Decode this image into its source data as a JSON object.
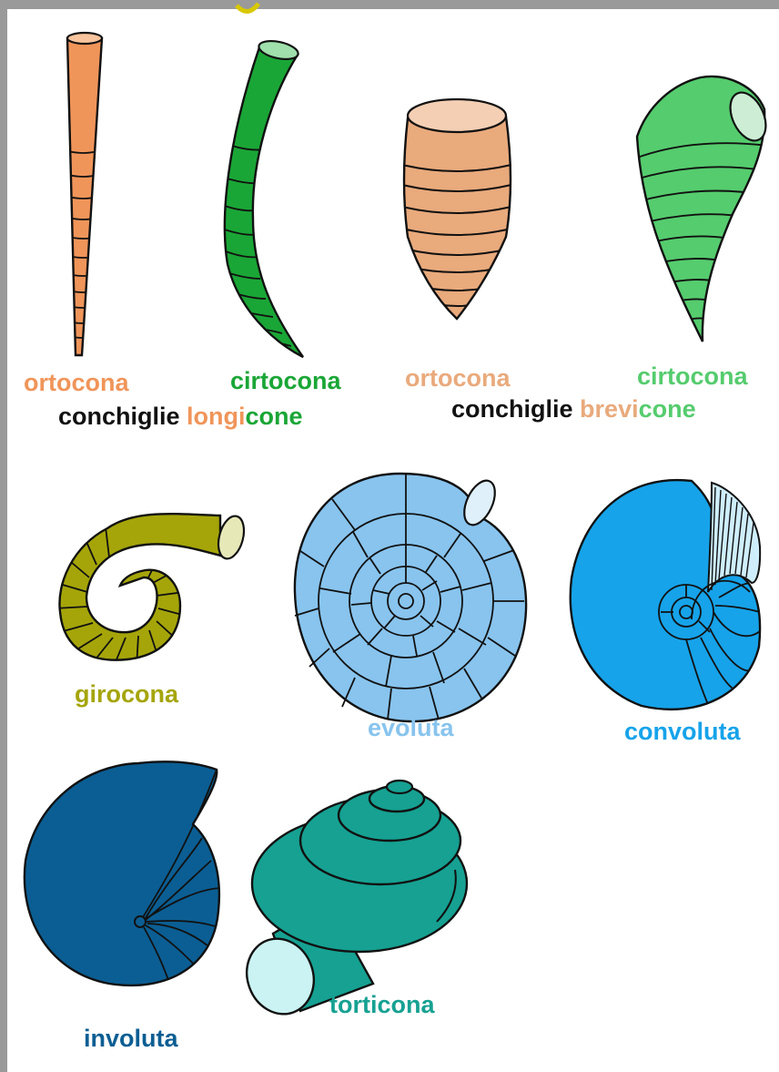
{
  "colors": {
    "frame": "#9a9a9a",
    "orange": "#f0955a",
    "green_dark": "#1aa636",
    "peach": "#e9aa7c",
    "green_light": "#55cc6e",
    "olive": "#a5a50a",
    "sky": "#88c4ee",
    "blue": "#16a3ea",
    "navy": "#0b5e93",
    "teal": "#16a192",
    "black": "#111111"
  },
  "labels": {
    "ortocona_long": "ortocona",
    "cirtocona_long": "cirtocona",
    "ortocona_brev": "ortocona",
    "cirtocona_brev": "cirtocona",
    "conchiglie_1": "conchiglie",
    "longi": "longi",
    "cone_1": "cone",
    "conchiglie_2": "conchiglie",
    "brevi": "brevi",
    "cone_2": "cone",
    "girocona": "girocona",
    "evoluta": "evoluta",
    "convoluta": "convoluta",
    "involuta": "involuta",
    "torticona": "torticona"
  }
}
